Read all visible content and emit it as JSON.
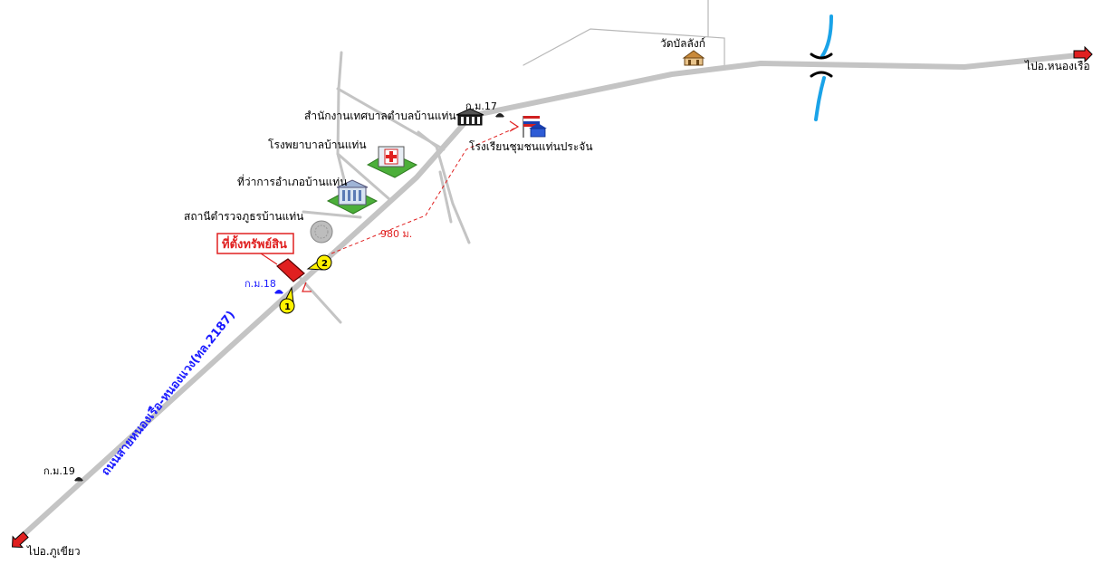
{
  "colors": {
    "main_road": "#c4c4c4",
    "side_road": "#c4c4c4",
    "minor_road": "#b8b8b8",
    "river": "#1aa3e8",
    "property": "#e02020",
    "distance": "#e02020",
    "marker": "#fff200",
    "km_label": "#1a1aff"
  },
  "labels": {
    "to_nong_ruea": "ไปอ.หนองเรือ",
    "to_phu_khiao": "ไปอ.ภูเขียว",
    "road_name": "ถนนสายหนองเรือ-หนองแวง(ทล.2187)",
    "property": "ที่ตั้งทรัพย์สิน",
    "distance": "980 ม.",
    "temple": "วัดบัลลังก์",
    "municipal_office": "สำนักงานเทศบาลตำบลบ้านแท่น",
    "hospital": "โรงพยาบาลบ้านแท่น",
    "district_office": "ที่ว่าการอำเภอบ้านแท่น",
    "police_station": "สถานีตำรวจภูธรบ้านแท่น",
    "school": "โรงเรียนชุมชนแท่นประจัน",
    "km17": "ก.ม.17",
    "km18": "ก.ม.18",
    "km19": "ก.ม.19",
    "marker1": "1",
    "marker2": "2"
  },
  "icons": {
    "arrow_east": "red-arrow-icon",
    "arrow_southwest": "red-arrow-icon",
    "bridge": "bridge-icon",
    "temple": "temple-icon",
    "municipal": "municipal-building-icon",
    "hospital": "hospital-icon",
    "district": "government-building-icon",
    "police": "police-station-icon",
    "school": "school-flag-icon",
    "km_post": "km-post-icon",
    "marker": "location-marker-icon"
  }
}
